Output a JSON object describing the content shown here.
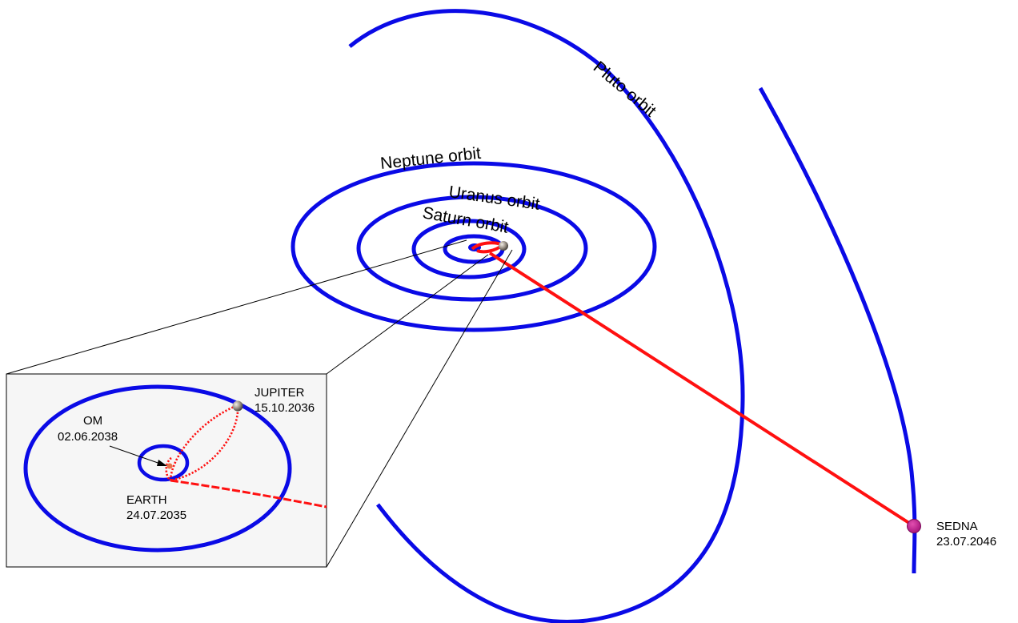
{
  "orbit_labels": {
    "pluto": "Pluto orbit",
    "neptune": "Neptune orbit",
    "uranus": "Uranus orbit",
    "saturn": "Saturn orbit"
  },
  "points": {
    "jupiter": {
      "name": "JUPITER",
      "date": "15.10.2036"
    },
    "om": {
      "name": "OM",
      "date": "02.06.2038"
    },
    "earth": {
      "name": "EARTH",
      "date": "24.07.2035"
    },
    "sedna": {
      "name": "SEDNA",
      "date": "23.07.2046"
    }
  },
  "colors": {
    "orbit": "#0a0ae6",
    "trajectory": "#ff1010",
    "sedna_marker": "#c0148c",
    "om_marker": "#e8734a"
  },
  "icons": {
    "jupiter": "planet-sphere-icon",
    "sedna": "dot-marker-icon",
    "om": "dot-marker-icon"
  }
}
